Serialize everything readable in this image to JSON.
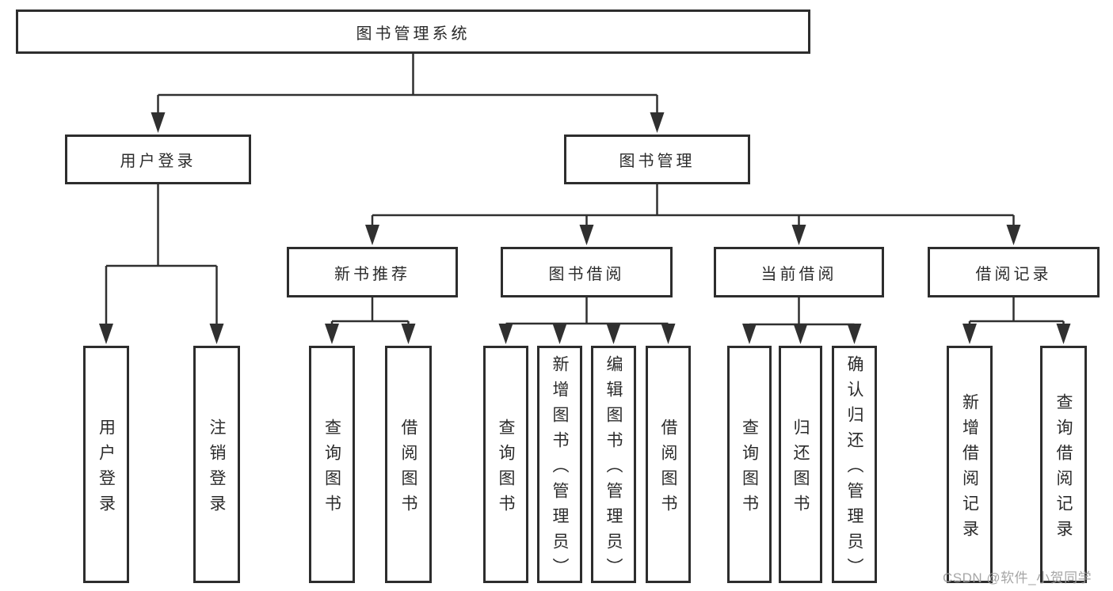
{
  "tree": {
    "root": {
      "label": "图书管理系统"
    },
    "branches": [
      {
        "label": "用户登录",
        "children": [
          {
            "label": "用户登录"
          },
          {
            "label": "注销登录"
          }
        ]
      },
      {
        "label": "图书管理",
        "children": [
          {
            "label": "新书推荐",
            "children": [
              {
                "label": "查询图书"
              },
              {
                "label": "借阅图书"
              }
            ]
          },
          {
            "label": "图书借阅",
            "children": [
              {
                "label": "查询图书"
              },
              {
                "label": "新增图书（管理员）"
              },
              {
                "label": "编辑图书（管理员）"
              },
              {
                "label": "借阅图书"
              }
            ]
          },
          {
            "label": "当前借阅",
            "children": [
              {
                "label": "查询图书"
              },
              {
                "label": "归还图书"
              },
              {
                "label": "确认归还（管理员）"
              }
            ]
          },
          {
            "label": "借阅记录",
            "children": [
              {
                "label": "新增借阅记录"
              },
              {
                "label": "查询借阅记录"
              }
            ]
          }
        ]
      }
    ]
  },
  "watermark": {
    "text": "CSDN @软件_小贺同学"
  },
  "colors": {
    "line": "#303030",
    "node_border": "#2d2d2d",
    "node_text": "#2b2b2b",
    "watermark": "#9e9e9e",
    "background": "#ffffff"
  }
}
